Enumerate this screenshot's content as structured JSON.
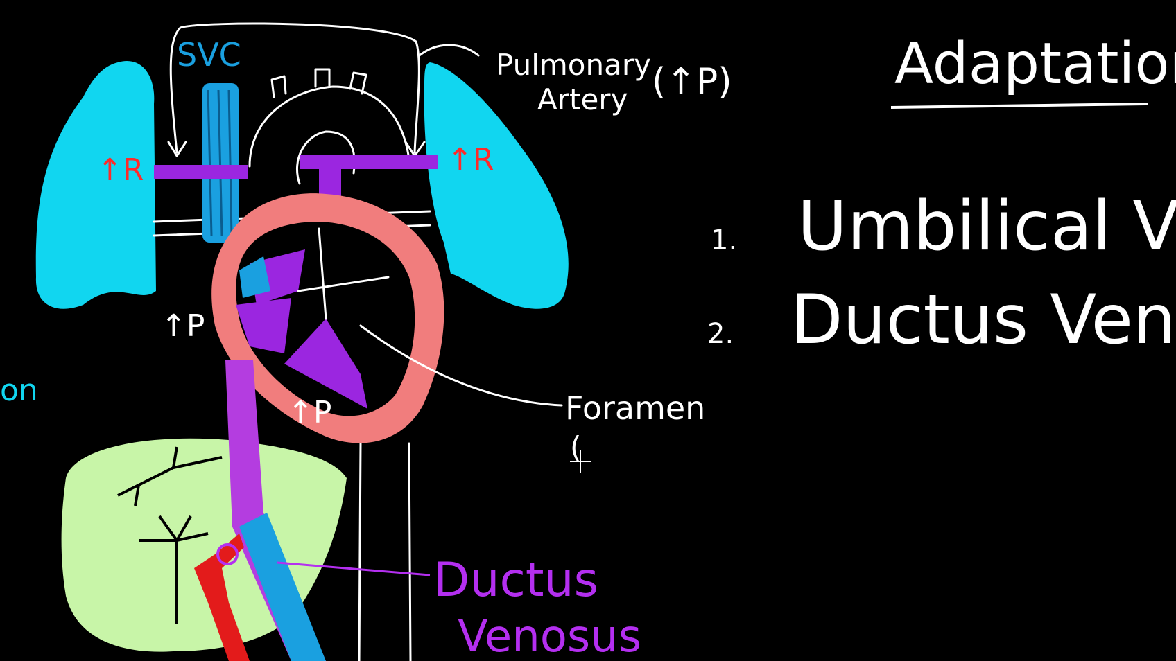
{
  "labels": {
    "svc": "SVC",
    "pulmonary_line1": "Pulmonary",
    "pulmonary_line2": "Artery",
    "pulmonary_pressure": "(↑P)",
    "resistance_left": "↑R",
    "resistance_right": "↑R",
    "pressure_left": "↑P",
    "pressure_heart": "↑P",
    "foramen_line1": "Foramen",
    "foramen_line2": "(",
    "ductus_line1": "Ductus",
    "ductus_line2": "Venosus",
    "left_fragment": "on"
  },
  "panel": {
    "title": "Adaptation",
    "items": [
      {
        "number": "1.",
        "text": "Umbilical Vein"
      },
      {
        "number": "2.",
        "text": "Ductus Venosus"
      }
    ]
  },
  "colors": {
    "background": "#000000",
    "lung": "#11d6f0",
    "svc": "#1aa0e0",
    "pulmonary": "#9b26e0",
    "heart": "#f17d7d",
    "liver": "#c8f5a8",
    "vessel_red": "#e31b1b",
    "ink": "#ffffff"
  }
}
